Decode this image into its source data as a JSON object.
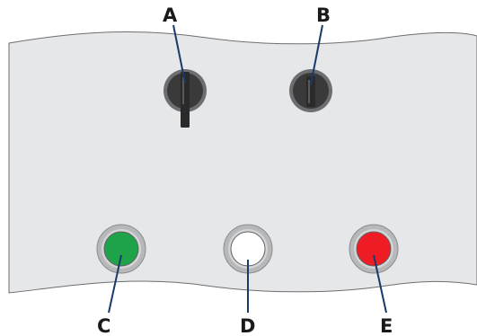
{
  "callouts": {
    "a": "A",
    "b": "B",
    "c": "C",
    "d": "D",
    "e": "E"
  },
  "components": {
    "switch_a": {
      "type": "rotary-key-switch",
      "knob_color": "#3a3a3a"
    },
    "switch_b": {
      "type": "rotary-key-switch",
      "knob_color": "#3a3a3a"
    },
    "lamp_c": {
      "type": "indicator-lamp",
      "color": "#1fa34a"
    },
    "lamp_d": {
      "type": "indicator-lamp",
      "color": "#ffffff"
    },
    "lamp_e": {
      "type": "indicator-lamp",
      "color": "#ee1c25"
    }
  },
  "colors": {
    "panel_fill": "#e6e7e8",
    "panel_stroke": "#6d6e71",
    "bezel_outer": "#b7b8ba",
    "leader_line": "#1a3a6b"
  }
}
